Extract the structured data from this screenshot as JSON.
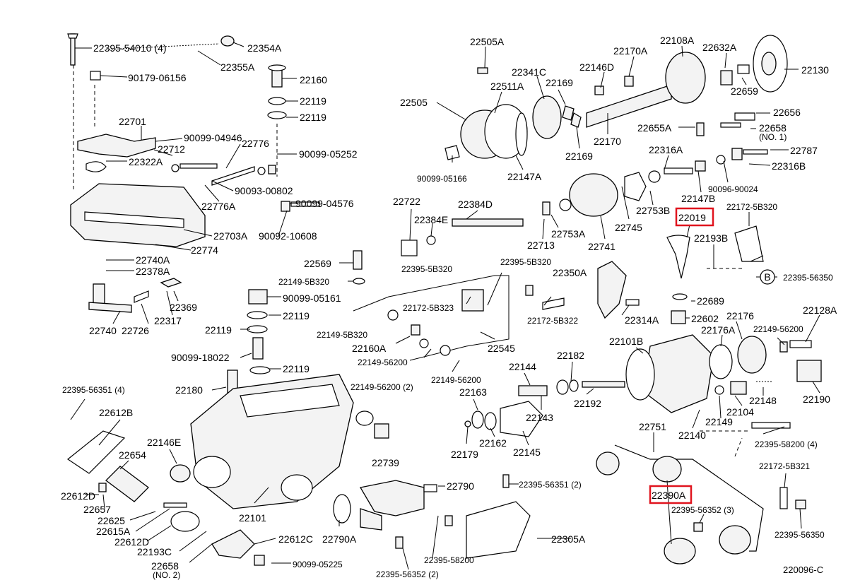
{
  "diagram_id": "220096-C",
  "highlight_color": "#e0141e",
  "circle_ref": "B",
  "labels": {
    "l_22395_54010": "22395-54010 (4)",
    "l_22354A": "22354A",
    "l_22355A": "22355A",
    "l_22160": "22160",
    "l_90179_06156": "90179-06156",
    "l_22119_a": "22119",
    "l_22119_b": "22119",
    "l_22701": "22701",
    "l_90099_04946": "90099-04946",
    "l_22712": "22712",
    "l_22776": "22776",
    "l_90099_05252": "90099-05252",
    "l_22322A": "22322A",
    "l_90093_00802": "90093-00802",
    "l_22776A": "22776A",
    "l_90099_04576": "90099-04576",
    "l_22703A": "22703A",
    "l_90092_10608": "90092-10608",
    "l_22774": "22774",
    "l_22740A": "22740A",
    "l_22378A": "22378A",
    "l_22369": "22369",
    "l_22740": "22740",
    "l_22726": "22726",
    "l_22317": "22317",
    "l_22569": "22569",
    "l_22149_5B320_a": "22149-5B320",
    "l_22395_5B320_a": "22395-5B320",
    "l_22395_5B320_b": "22395-5B320",
    "l_22350A": "22350A",
    "l_90099_05161": "90099-05161",
    "l_22172_5B323": "22172-5B323",
    "l_22119_c": "22119",
    "l_22119_d": "22119",
    "l_22172_5B322": "22172-5B322",
    "l_22314A": "22314A",
    "l_22149_5B320_b": "22149-5B320",
    "l_22160A": "22160A",
    "l_22545": "22545",
    "l_90099_18022": "90099-18022",
    "l_22149_56200_a": "22149-56200",
    "l_22119_e": "22119",
    "l_22149_56200_b": "22149-56200",
    "l_22180": "22180",
    "l_22149_56200_2": "22149-56200 (2)",
    "l_22395_56351_4": "22395-56351 (4)",
    "l_22612B": "22612B",
    "l_22146E": "22146E",
    "l_22654": "22654",
    "l_22739": "22739",
    "l_22612D_a": "22612D",
    "l_22657": "22657",
    "l_22625": "22625",
    "l_22615A": "22615A",
    "l_22612D_b": "22612D",
    "l_22193C": "22193C",
    "l_22658_b": "22658",
    "l_no2": "(NO. 2)",
    "l_22101": "22101",
    "l_22612C": "22612C",
    "l_22790A": "22790A",
    "l_90099_05225": "90099-05225",
    "l_22790": "22790",
    "l_22395_56351_2": "22395-56351 (2)",
    "l_22395_58200": "22395-58200",
    "l_22395_56352_2": "22395-56352 (2)",
    "l_22305A": "22305A",
    "l_22505A": "22505A",
    "l_22341C": "22341C",
    "l_22511A": "22511A",
    "l_22169_a": "22169",
    "l_22505": "22505",
    "l_22169_b": "22169",
    "l_90099_05166": "90099-05166",
    "l_22147A": "22147A",
    "l_22170A": "22170A",
    "l_22108A": "22108A",
    "l_22632A": "22632A",
    "l_22130": "22130",
    "l_22146D": "22146D",
    "l_22659": "22659",
    "l_22170": "22170",
    "l_22656": "22656",
    "l_22655A": "22655A",
    "l_22658_a": "22658",
    "l_no1": "(NO. 1)",
    "l_22316A": "22316A",
    "l_22787": "22787",
    "l_22316B": "22316B",
    "l_22147B": "22147B",
    "l_90096_90024": "90096-90024",
    "l_22722": "22722",
    "l_22384E": "22384E",
    "l_22384D": "22384D",
    "l_22753A": "22753A",
    "l_22713": "22713",
    "l_22741": "22741",
    "l_22745": "22745",
    "l_22753B": "22753B",
    "l_22019": "22019",
    "l_22172_5B320": "22172-5B320",
    "l_22193B": "22193B",
    "l_22395_56350_a": "22395-56350",
    "l_22689": "22689",
    "l_22602": "22602",
    "l_22176": "22176",
    "l_22176A": "22176A",
    "l_22128A": "22128A",
    "l_22149_56200_c": "22149-56200",
    "l_22101B": "22101B",
    "l_22144": "22144",
    "l_22182": "22182",
    "l_22163": "22163",
    "l_22143": "22143",
    "l_22192": "22192",
    "l_22148": "22148",
    "l_22190": "22190",
    "l_22104": "22104",
    "l_22149": "22149",
    "l_22140": "22140",
    "l_22179": "22179",
    "l_22162": "22162",
    "l_22145": "22145",
    "l_22751": "22751",
    "l_22395_58200_4": "22395-58200 (4)",
    "l_22172_5B321": "22172-5B321",
    "l_22390A": "22390A",
    "l_22395_56352_3": "22395-56352 (3)",
    "l_22395_56350_b": "22395-56350"
  }
}
